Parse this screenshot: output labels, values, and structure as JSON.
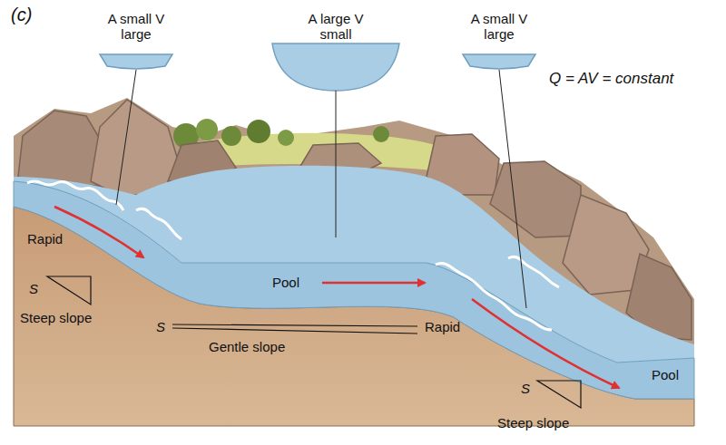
{
  "diagram": {
    "labels": [
      "(c)",
      "A small V large",
      "A large V small",
      "A small V large",
      "Q = AV = constant",
      "Rapid",
      "S",
      "Steep slope",
      "Pool",
      "S",
      "Gentle slope",
      "Rapid",
      "Pool",
      "S",
      "Steep slope"
    ]
  }
}
